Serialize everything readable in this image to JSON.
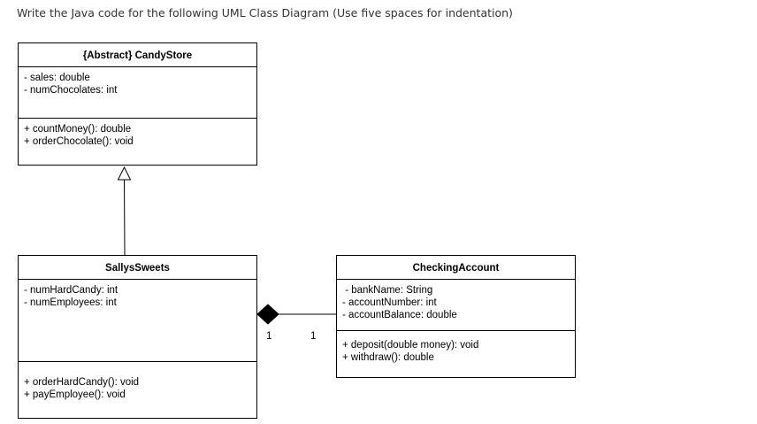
{
  "instruction": "Write the Java code for the following UML Class Diagram (Use five spaces for indentation)",
  "classes": {
    "candy_store": {
      "name": "{Abstract} CandyStore",
      "attributes": [
        "- sales: double",
        "- numChocolates: int"
      ],
      "methods": [
        "+ countMoney(): double",
        "+ orderChocolate(): void"
      ]
    },
    "sallys_sweets": {
      "name": "SallysSweets",
      "attributes": [
        "- numHardCandy: int",
        "- numEmployees: int"
      ],
      "methods": [
        "+ orderHardCandy(): void",
        "+ payEmployee(): void"
      ]
    },
    "checking_account": {
      "name": "CheckingAccount",
      "attributes": [
        " - bankName: String",
        "- accountNumber: int",
        "- accountBalance: double"
      ],
      "methods": [
        "+ deposit(double money): void",
        "+ withdraw(): double"
      ]
    }
  },
  "relationships": {
    "inheritance": {
      "from": "SallysSweets",
      "to": "CandyStore"
    },
    "composition": {
      "whole": "SallysSweets",
      "part": "CheckingAccount",
      "mult_whole": "1",
      "mult_part": "1"
    }
  }
}
